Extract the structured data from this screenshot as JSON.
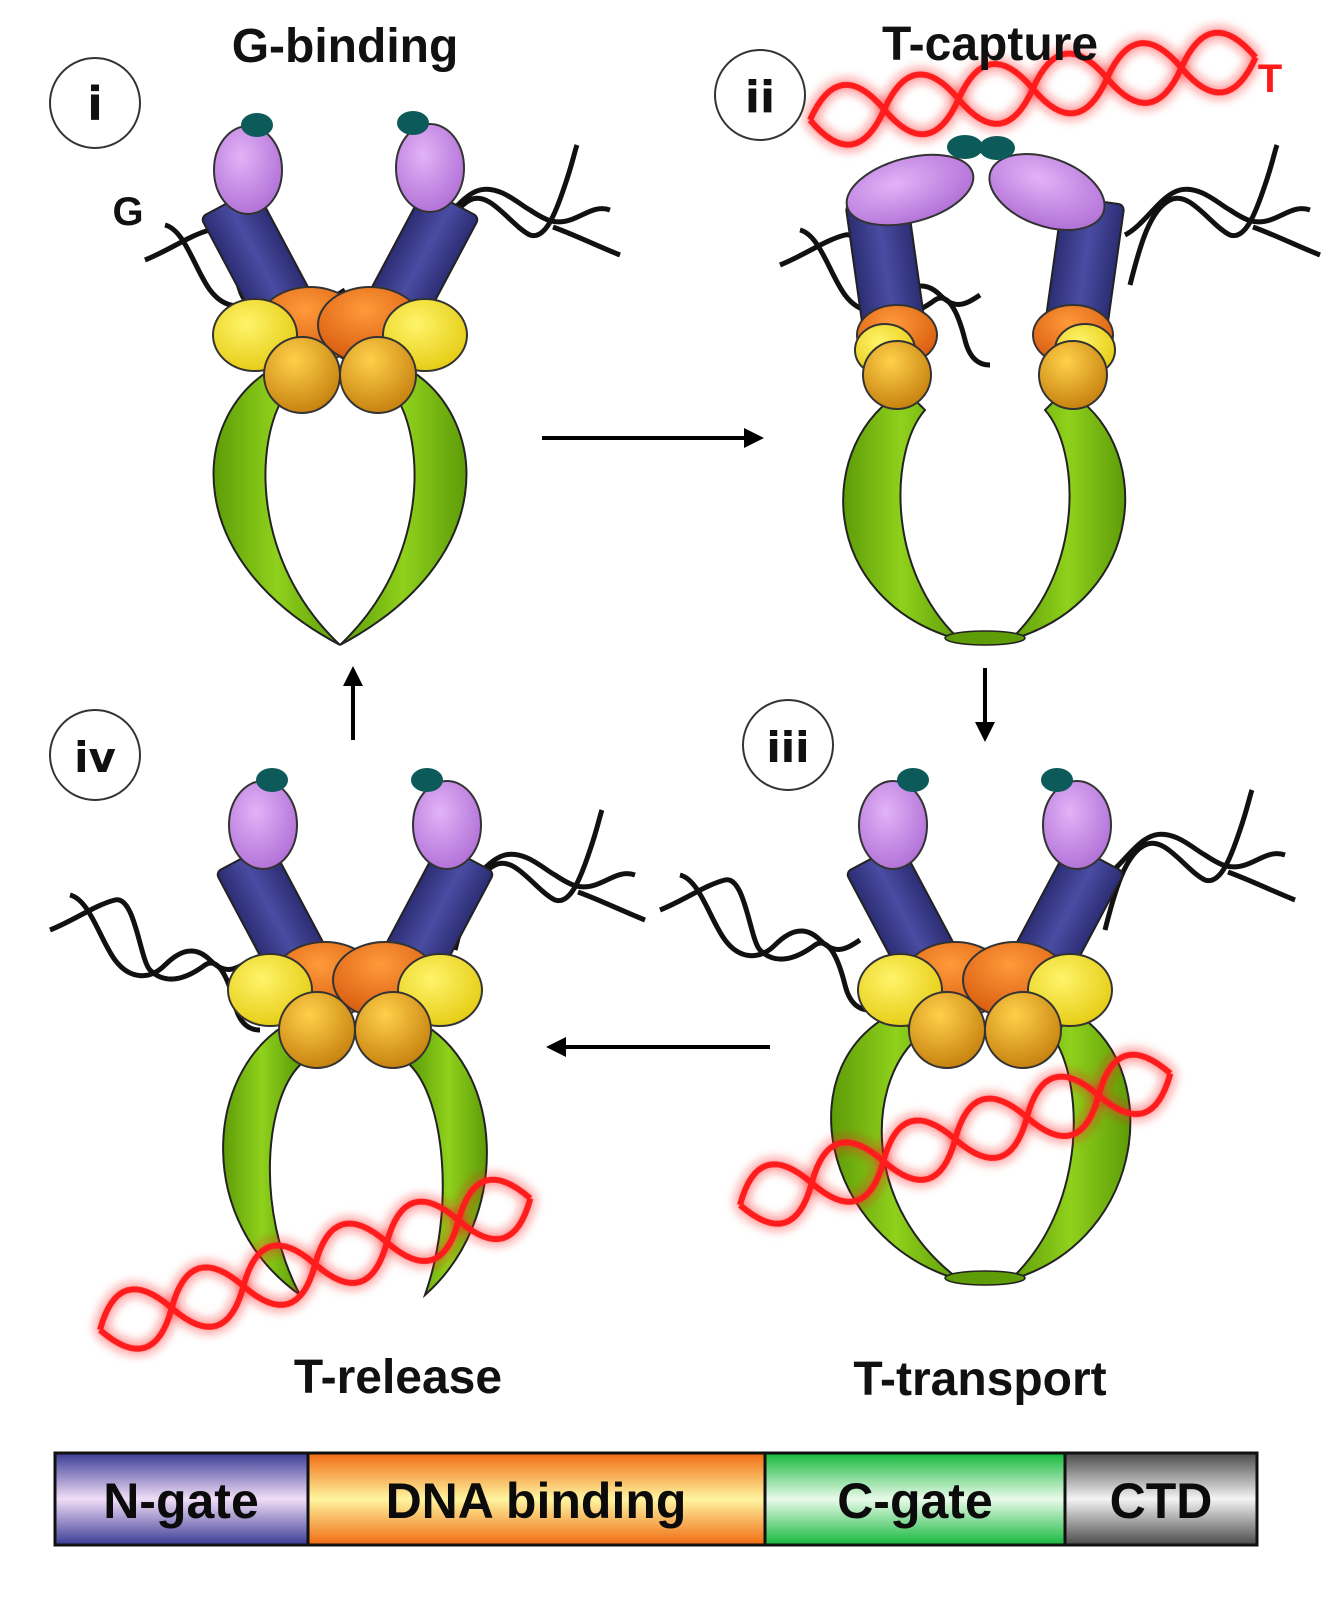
{
  "panels": [
    {
      "numeral": "i",
      "title": "G-binding"
    },
    {
      "numeral": "ii",
      "title": "T-capture"
    },
    {
      "numeral": "iii",
      "title": "T-transport"
    },
    {
      "numeral": "iv",
      "title": "T-release"
    }
  ],
  "labels": {
    "g_segment": "G",
    "t_segment": "T"
  },
  "legend": [
    {
      "label": "N-gate"
    },
    {
      "label": "DNA binding"
    },
    {
      "label": "C-gate"
    },
    {
      "label": "CTD"
    }
  ],
  "colors": {
    "n_gate": "#3d3f8f",
    "n_gate_tip": "#c98ae8",
    "atp_cap": "#0d5a5a",
    "dna_binding_orange": "#f07a12",
    "dna_binding_yellow": "#f5e21a",
    "dna_binding_gold": "#e6a01a",
    "c_gate": "#7bbf12",
    "g_dna": "#111111",
    "t_dna": "#ff1a1a"
  }
}
